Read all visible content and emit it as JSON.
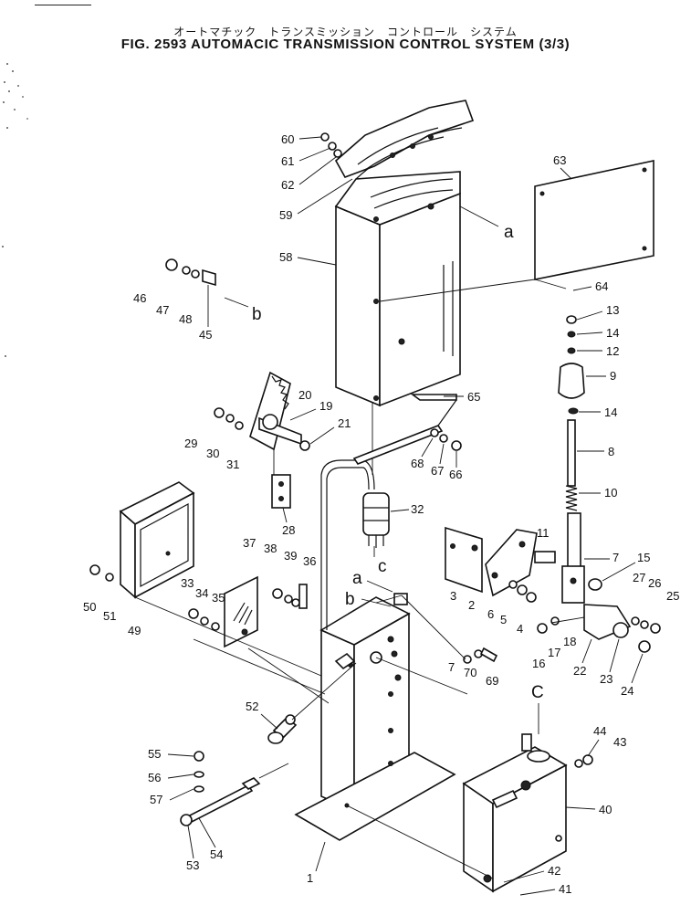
{
  "figure": {
    "title_jp": "オートマチック　トランスミッション　コントロール　システム",
    "title_en": "FIG. 2593  AUTOMACIC  TRANSMISSION  CONTROL  SYSTEM  (3/3)"
  },
  "reference_letters": [
    "a",
    "a",
    "b",
    "b",
    "c",
    "C"
  ],
  "part_numbers": [
    "1",
    "2",
    "3",
    "4",
    "5",
    "6",
    "7",
    "7",
    "8",
    "9",
    "10",
    "11",
    "12",
    "13",
    "14",
    "14",
    "15",
    "16",
    "17",
    "18",
    "19",
    "20",
    "21",
    "22",
    "23",
    "24",
    "25",
    "26",
    "27",
    "28",
    "29",
    "30",
    "31",
    "32",
    "33",
    "34",
    "35",
    "36",
    "37",
    "38",
    "39",
    "40",
    "41",
    "42",
    "43",
    "44",
    "45",
    "46",
    "47",
    "48",
    "49",
    "50",
    "51",
    "52",
    "53",
    "54",
    "55",
    "56",
    "57",
    "58",
    "59",
    "60",
    "61",
    "62",
    "63",
    "64",
    "65",
    "66",
    "67",
    "68",
    "69",
    "70"
  ]
}
